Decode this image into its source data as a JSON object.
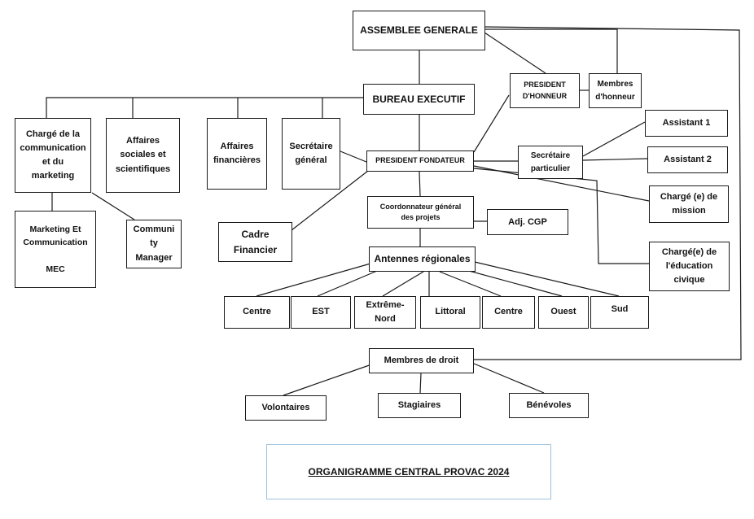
{
  "title": "ORGANIGRAMME CENTRAL PROVAC 2024",
  "nodes": {
    "assemblee_generale": "ASSEMBLEE GENERALE",
    "bureau_executif": "BUREAU EXECUTIF",
    "president_honneur": "PRESIDENT\nD'HONNEUR",
    "membres_honneur": "Membres\nd'honneur",
    "charge_communication": "Chargé de la\ncommunication\net du\nmarketing",
    "affaires_sociales": "Affaires\nsociales et\nscientifiques",
    "affaires_financieres": "Affaires\nfinancières",
    "secretaire_general": "Secrétaire\ngénéral",
    "president_fondateur": "PRESIDENT FONDATEUR",
    "secretaire_particulier": "Secrétaire\nparticulier",
    "assistant_1": "Assistant 1",
    "assistant_2": "Assistant   2",
    "marketing_communication": "Marketing Et\nCommunication\n\nMEC",
    "community_manager": "Communi\nty\nManager",
    "cadre_financier": "Cadre\nFinancier",
    "coordonnateur": "Coordonnateur général\ndes projets",
    "adj_cgp": "Adj. CGP",
    "charge_mission": "Chargé (e) de\nmission",
    "charge_education": "Chargé(e) de\nl'éducation\ncivique",
    "antennes_regionales": "Antennes régionales",
    "centre_1": "Centre",
    "est": "EST",
    "extreme_nord": "Extrême-\nNord",
    "littoral": "Littoral",
    "centre_2": "Centre",
    "ouest": "Ouest",
    "sud": "Sud",
    "membres_droit": "Membres de droit",
    "volontaires": "Volontaires",
    "stagiaires": "Stagiaires",
    "benevoles": "Bénévoles"
  }
}
